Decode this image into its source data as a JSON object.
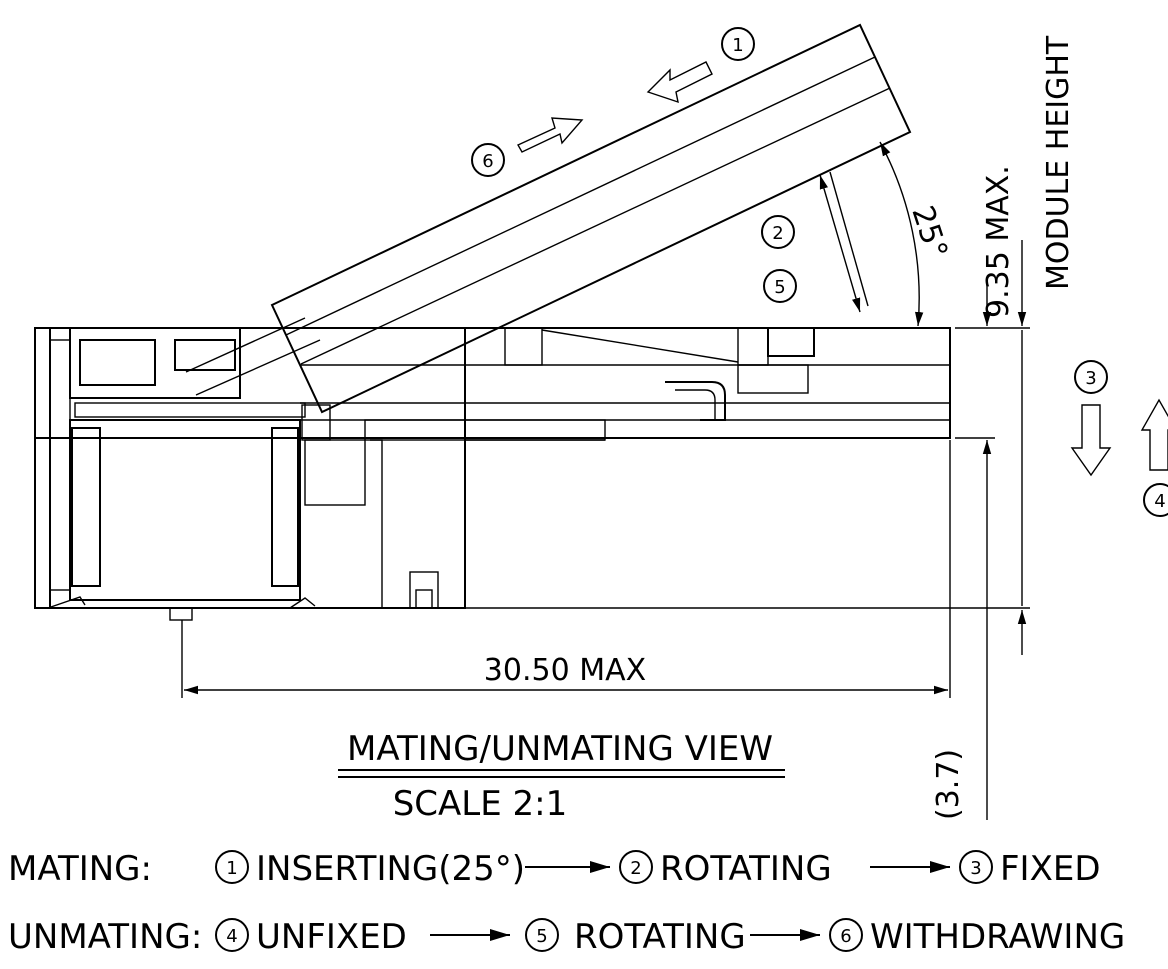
{
  "dimensions": {
    "width_label": "30.50 MAX",
    "height_label": "9.35 MAX.",
    "height_caption": "MODULE HEIGHT",
    "offset_label": "(3.7)",
    "angle_label": "25°"
  },
  "view": {
    "title": "MATING/UNMATING VIEW",
    "scale": "SCALE 2:1"
  },
  "step_markers": {
    "s1": "1",
    "s2": "2",
    "s3": "3",
    "s4": "4",
    "s5": "5",
    "s6": "6"
  },
  "legend": {
    "mating_label": "MATING:",
    "mating_steps": [
      "INSERTING(25°)",
      "ROTATING",
      "FIXED"
    ],
    "unmating_label": "UNMATING:",
    "unmating_steps": [
      "UNFIXED",
      "ROTATING",
      "WITHDRAWING"
    ]
  }
}
